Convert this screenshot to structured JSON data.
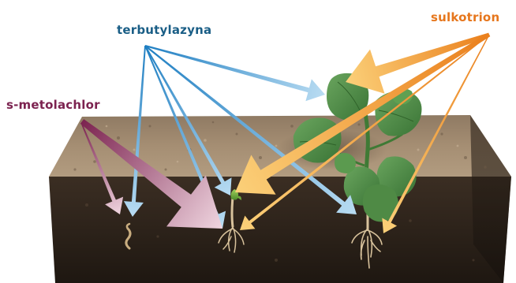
{
  "labels": {
    "terbutylazyna": "terbutylazyna",
    "sulkotrion": "sulkotrion",
    "s_metolachlor": "s-metolachlor"
  },
  "colors": {
    "terbutylazyna": "#1a5e86",
    "sulkotrion": "#e6761c",
    "s_metolachlor": "#7c2350",
    "terbutylazyna_arrow_start": "#1e7ec2",
    "terbutylazyna_arrow_end": "#b9dcf2",
    "sulkotrion_arrow_start": "#ea7f1c",
    "sulkotrion_arrow_end": "#fbd079",
    "s_metolachlor_arrow_start": "#7c2350",
    "s_metolachlor_arrow_end": "#f0d6e0",
    "soil_top": "#a48b70",
    "soil_side": "#2e231a",
    "leaf": "#4c8a44"
  }
}
